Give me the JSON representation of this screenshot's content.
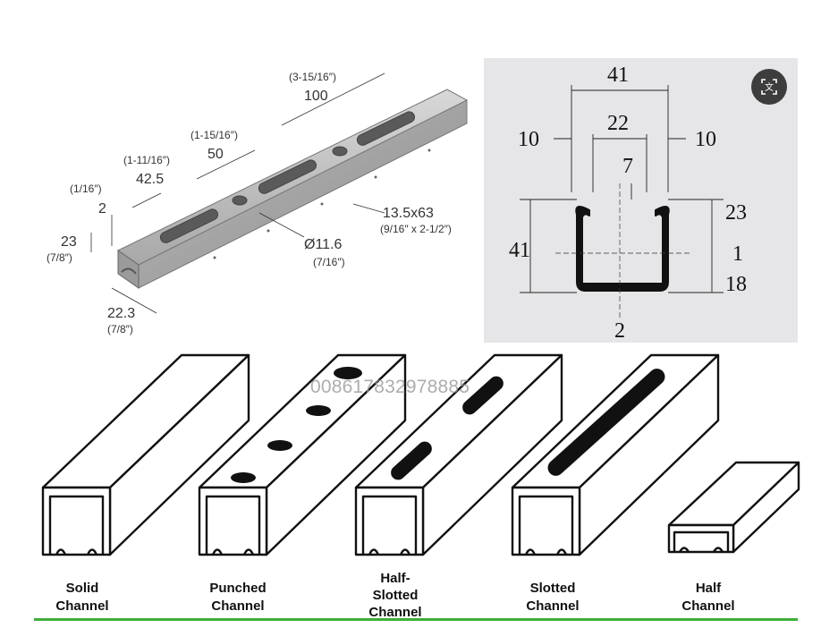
{
  "iso_drawing": {
    "dim_100_in": "(3-15/16″)",
    "dim_100": "100",
    "dim_50_in": "(1-15/16″)",
    "dim_50": "50",
    "dim_42_5_in": "(1-11/16″)",
    "dim_42_5": "42.5",
    "dim_2_in": "(1/16″)",
    "dim_2": "2",
    "dim_23": "23",
    "dim_23_in": "(7/8″)",
    "dim_22_3": "22.3",
    "dim_22_3_in": "(7/8″)",
    "slot": "13.5x63",
    "slot_in": "(9/16″ x 2-1/2″)",
    "hole": "Ø11.6",
    "hole_in": "(7/16″)"
  },
  "cross_section": {
    "width_top": "41",
    "opening": "22",
    "lip_left": "10",
    "lip_right": "10",
    "lip_depth": "7",
    "height_left": "41",
    "upper_right": "23",
    "mid_right": "1",
    "lower_right": "18",
    "thickness": "2"
  },
  "channels": [
    {
      "line1": "Solid",
      "line2": "Channel"
    },
    {
      "line1": "Punched",
      "line2": "Channel"
    },
    {
      "line1": "Half-",
      "line2": "Slotted",
      "line3": "Channel"
    },
    {
      "line1": "Slotted",
      "line2": "Channel"
    },
    {
      "line1": "Half",
      "line2": "Channel"
    }
  ],
  "watermark": "008617832978885",
  "colors": {
    "accent_line": "#3fae3a",
    "section_bg": "#e6e6e8",
    "button_bg": "#3d3d3d"
  }
}
